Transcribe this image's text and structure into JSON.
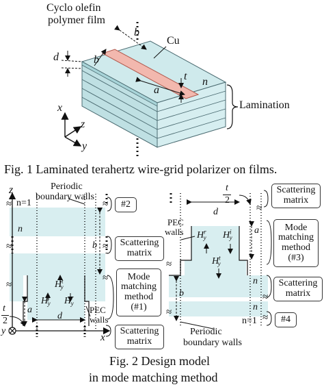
{
  "fig1": {
    "film_label_line1": "Cyclo olefin",
    "film_label_line2": "polymer film",
    "cu_label": "Cu",
    "sym_b": "b",
    "sym_b2": "b",
    "sym_d": "d",
    "sym_t": "t",
    "sym_a": "a",
    "sym_n": "n",
    "axis_x": "x",
    "axis_z": "z",
    "axis_y": "y",
    "lamination_label": "Lamination",
    "caption": "Fig. 1 Laminated terahertz wire-grid polarizer on films."
  },
  "fig2": {
    "axis_z": "z",
    "axis_x": "x",
    "axis_y": "y",
    "n_eq_1_left": "n=1",
    "n_left": "n",
    "periodic_top_line1": "Periodic",
    "periodic_top_line2": "boundary walls",
    "tag_2": "#2",
    "sym_b_left": "b",
    "scattering_left_line1": "Scattering",
    "scattering_left_line2": "matrix",
    "mode_left_line1": "Mode",
    "mode_left_line2": "matching",
    "mode_left_line3": "method",
    "mode_left_line4": "(#1)",
    "pec_left_line1": "PEC",
    "pec_left_line2": "walls",
    "hy_base": "H",
    "hy_sub": "y",
    "sup_i": "i",
    "sup_r": "r",
    "sup_t": "t",
    "sym_a_left": "a",
    "sym_d_left": "d",
    "t_num": "t",
    "t_den": "2",
    "scattering_bottom_line1": "Scattering",
    "scattering_bottom_line2": "matrix",
    "t_num_right": "t",
    "t_den_right": "2",
    "scattering_tr_line1": "Scattering",
    "scattering_tr_line2": "matrix",
    "sym_d_right": "d",
    "pec_right_line1": "PEC",
    "pec_right_line2": "walls",
    "sym_a_right": "a",
    "mode_right_line1": "Mode",
    "mode_right_line2": "matching",
    "mode_right_line3": "method",
    "mode_right_line4": "(#3)",
    "n_right": "n",
    "sym_b_right": "b",
    "scattering_mr_line1": "Scattering",
    "scattering_mr_line2": "matrix",
    "n_right2": "n",
    "n_eq_1_right": "n=1",
    "tag_4": "#4",
    "periodic_bottom_line1": "Periodic",
    "periodic_bottom_line2": "boundary walls",
    "caption_line1": "Fig. 2 Design model",
    "caption_line2": "in mode matching method"
  },
  "colors": {
    "film": "#d6eef0",
    "film_edge": "#4a6a70",
    "cu": "#f2b8ae",
    "band": "#d8eef0"
  }
}
